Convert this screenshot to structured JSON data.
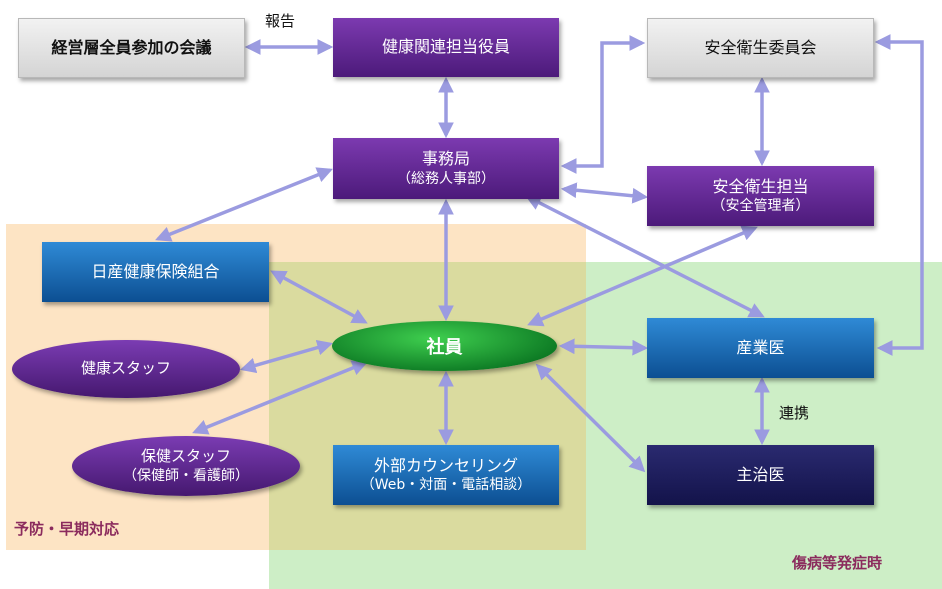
{
  "zones": {
    "prevention_label": "予防・早期対応",
    "illness_label": "傷病等発症時"
  },
  "nodes": {
    "management_meeting": "経営層全員参加の会議",
    "health_officer": "健康関連担当役員",
    "safety_committee": "安全衛生委員会",
    "secretariat": {
      "main": "事務局",
      "sub": "（総務人事部）"
    },
    "safety_manager": {
      "main": "安全衛生担当",
      "sub": "（安全管理者）"
    },
    "health_insurance": "日産健康保険組合",
    "employee": "社員",
    "industrial_physician": "産業医",
    "health_staff": "健康スタッフ",
    "health_care_staff": {
      "main": "保健スタッフ",
      "sub": "（保健師・看護師）"
    },
    "external_counseling": {
      "main": "外部カウンセリング",
      "sub": "（Web・対面・電話相談）"
    },
    "attending_physician": "主治医"
  },
  "edge_labels": {
    "report": "報告",
    "cooperation": "連携"
  },
  "colors": {
    "arrow": "#9b9be0",
    "purple_box": "#5a2590",
    "blue_box": "#1565b0",
    "navy_box": "#1c1c5c",
    "employee_green": "#1aa33a",
    "prevention_zone": "#fde4c4",
    "illness_zone": "#cdeec6",
    "zone_label": "#8b2b5d"
  }
}
